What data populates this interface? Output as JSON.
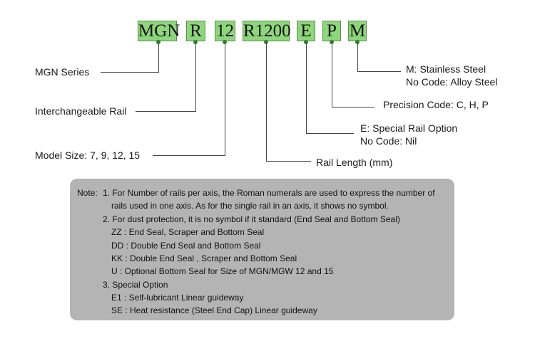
{
  "codes": {
    "series": "MGN",
    "rail": "R",
    "size": "12",
    "length": "R1200",
    "option": "E",
    "precision": "P",
    "material": "M"
  },
  "labels": {
    "series": "MGN Series",
    "rail": "Interchangeable Rail",
    "size": "Model Size: 7, 9, 12, 15",
    "length": "Rail Length (mm)",
    "option_1": "E: Special Rail Option",
    "option_2": "No Code: Nil",
    "precision": "Precision Code: C, H, P",
    "material_1": "M: Stainless Steel",
    "material_2": "No Code: Alloy Steel"
  },
  "note": {
    "title": "Note:",
    "lines": [
      "1. For Number of rails per axis, the Roman numerals are used to express the number of",
      "rails used in one axis. As for the single rail in an axis, it shows no symbol.",
      "2. For dust protection, it is no symbol if it standard (End Seal and Bottom Seal)",
      "ZZ : End Seal, Scraper and Bottom Seal",
      "DD : Double End Seal and Bottom Seal",
      "KK : Double End Seal , Scraper and Bottom Seal",
      "U   : Optional Bottom Seal for Size of MGN/MGW 12 and 15",
      "3. Special Option",
      "E1 : Self-lubricant Linear guideway",
      "SE : Heat resistance (Steel End Cap) Linear guideway"
    ]
  },
  "colors": {
    "code_box": "#8ed67b",
    "connector_dot": "#2e7d32",
    "note_box": "#b4b4b4"
  }
}
